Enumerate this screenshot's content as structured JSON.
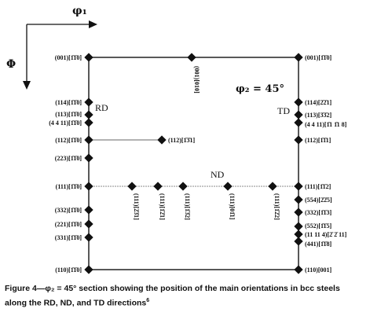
{
  "axes": {
    "phi1_symbol": "φ₁",
    "Phi_symbol": "Φ"
  },
  "section_label": "φ₂ = 45°",
  "directions": {
    "rd": "RD",
    "nd": "ND",
    "td": "TD"
  },
  "left_labels": [
    {
      "id": "l-001",
      "text": "(001)[1̄1̄0]"
    },
    {
      "id": "l-114",
      "text": "(114)[1̄1̄0]"
    },
    {
      "id": "l-113",
      "text": "(113)[1̄1̄0]"
    },
    {
      "id": "l-4411",
      "text": "(4 4 11)[1̄1̄0]"
    },
    {
      "id": "l-112",
      "text": "(112)[1̄1̄0]"
    },
    {
      "id": "l-223",
      "text": "(223)[1̄1̄0]"
    },
    {
      "id": "l-111",
      "text": "(111)[1̄1̄0]"
    },
    {
      "id": "l-332",
      "text": "(332)[1̄1̄0]"
    },
    {
      "id": "l-221",
      "text": "(221)[1̄1̄0]"
    },
    {
      "id": "l-331",
      "text": "(331)[1̄1̄0]"
    },
    {
      "id": "l-110",
      "text": "(110)[1̄1̄0]"
    }
  ],
  "right_labels": [
    {
      "id": "r-001",
      "text": "(001)[1̄1̄0]"
    },
    {
      "id": "r-114",
      "text": "(114)[2̄2̄1]"
    },
    {
      "id": "r-113",
      "text": "(113)[3̄3̄2]"
    },
    {
      "id": "r-4411",
      "text": "(4 4 11)[1̄1 1̄1 8]"
    },
    {
      "id": "r-112",
      "text": "(112)[1̄1̄1]"
    },
    {
      "id": "r-111",
      "text": "(111)[1̄1̄2]"
    },
    {
      "id": "r-554",
      "text": "(554)[2̄2̄5]"
    },
    {
      "id": "r-332",
      "text": "(332)[1̄1̄3]"
    },
    {
      "id": "r-552",
      "text": "(552)[1̄1̄5]"
    },
    {
      "id": "r-11114",
      "text": "(11 11 4)[2̄ 2̄ 11]"
    },
    {
      "id": "r-441",
      "text": "(441)[1̄1̄8]"
    },
    {
      "id": "r-110",
      "text": "(110)[001]"
    }
  ],
  "top_label": "(001)[010]",
  "mid_label": "(112)[1̄3̄1]",
  "nd_labels": [
    {
      "id": "nd-1",
      "text": "(111)[2̄3̄1]"
    },
    {
      "id": "nd-2",
      "text": "(111)[1̄2̄1]"
    },
    {
      "id": "nd-3",
      "text": "(111)[1̄3̄2]"
    },
    {
      "id": "nd-4",
      "text": "(111)[01̄1]"
    },
    {
      "id": "nd-5",
      "text": "(111)[1̄2̄2]"
    }
  ],
  "caption": {
    "line1": "Figure 4—φ₂ = 45° section showing the position of the main orientations in bcc steels",
    "line2": "along the RD, ND, and TD directions",
    "ref": "6"
  }
}
